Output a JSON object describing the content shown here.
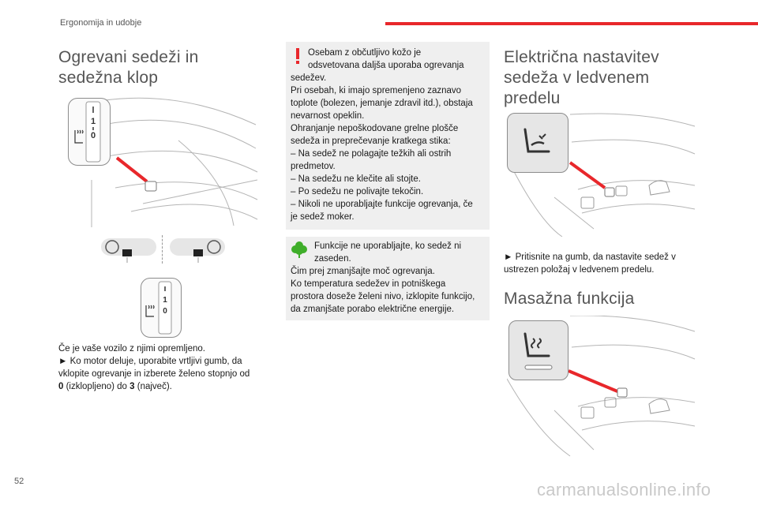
{
  "header": {
    "section": "Ergonomija in udobje"
  },
  "page_number": "52",
  "watermark": "carmanualsonline.info",
  "col1": {
    "title_line1": "Ogrevani sedeži in",
    "title_line2": "sedežna klop",
    "dial_labels": [
      "1",
      "0"
    ],
    "caption_lines": [
      "Če je vaše vozilo z njimi opremljeno.",
      "► Ko motor deluje, uporabite vrtljivi gumb, da",
      "vklopite ogrevanje in izberete želeno stopnjo od"
    ],
    "range_from": "0",
    "range_mid": " (izklopljeno) do ",
    "range_to": "3",
    "range_end": " (največ)."
  },
  "col2": {
    "warning_lines": [
      "Osebam z občutljivo kožo je",
      "odsvetovana daljša uporaba ogrevanja",
      "sedežev.",
      "Pri osebah, ki imajo spremenjeno zaznavo",
      "toplote (bolezen, jemanje zdravil itd.), obstaja",
      "nevarnost opeklin.",
      "Ohranjanje nepoškodovane grelne plošče",
      "sedeža in preprečevanje kratkega stika:",
      "– Na sedež ne polagajte težkih ali ostrih",
      "predmetov.",
      "– Na sedežu ne klečite ali stojte.",
      "– Po sedežu ne polivajte tekočin.",
      "– Nikoli ne uporabljajte funkcije ogrevanja, če",
      "je sedež moker."
    ],
    "eco_lines": [
      "Funkcije ne uporabljajte, ko sedež ni",
      "zaseden.",
      "Čim prej zmanjšajte moč ogrevanja.",
      "Ko temperatura sedežev in potniškega",
      "prostora doseže želeni nivo, izklopite funkcijo,",
      "da zmanjšate porabo električne energije."
    ]
  },
  "col3": {
    "title_line1": "Električna nastavitev",
    "title_line2": "sedeža v ledvenem",
    "title_line3": "predelu",
    "caption_lines": [
      "► Pritisnite na gumb, da nastavite sedež v",
      "ustrezen položaj v ledvenem predelu."
    ],
    "massage_title": "Masažna funkcija"
  },
  "colors": {
    "accent": "#e8272b",
    "eco": "#3fae2a",
    "box_bg": "#efefef"
  }
}
